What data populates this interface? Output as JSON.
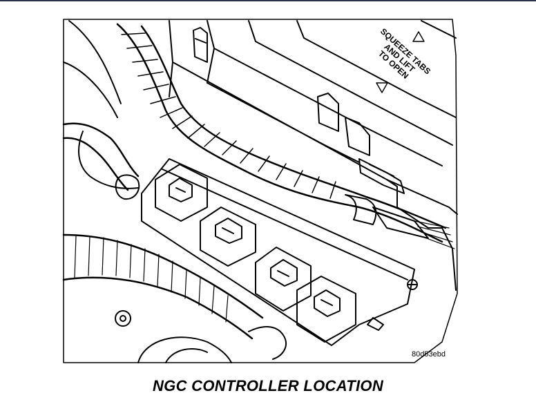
{
  "diagram": {
    "caption": "NGC CONTROLLER LOCATION",
    "figure_id": "80d53ebd",
    "note_lines": [
      "SQUEEZE TABS",
      "AND LIFT",
      "TO OPEN"
    ],
    "ink_color": "#000000",
    "top_rule_color": "#2a2f4a"
  }
}
